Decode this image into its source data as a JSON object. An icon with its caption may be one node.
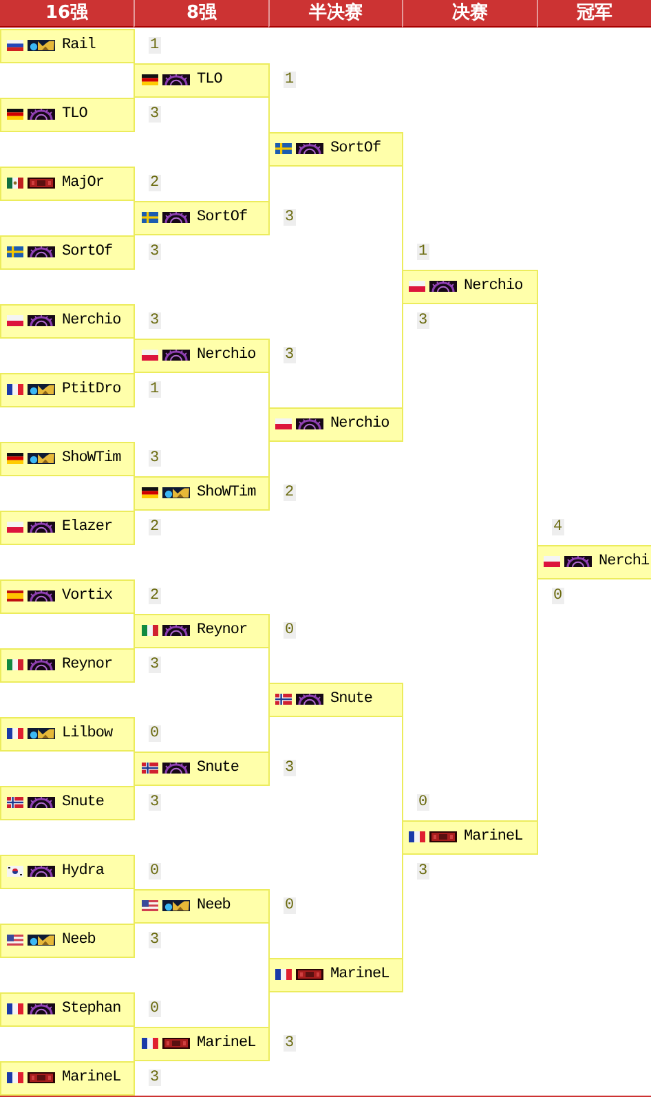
{
  "diagram": {
    "nodes": [
      {
        "text": [
          "Rail"
        ]
      },
      {
        "text": [
          "TLO"
        ]
      },
      {
        "text": [
          "MajOr"
        ]
      },
      {
        "text": [
          "SortOf"
        ]
      },
      {
        "text": [
          "Nerchio"
        ]
      },
      {
        "text": [
          "PtitDro"
        ]
      },
      {
        "text": [
          "ShoWTim"
        ]
      },
      {
        "text": [
          "Elazer"
        ]
      },
      {
        "text": [
          "Vortix"
        ]
      },
      {
        "text": [
          "Reynor"
        ]
      },
      {
        "text": [
          "Lilbow"
        ]
      },
      {
        "text": [
          "Snute"
        ]
      },
      {
        "text": [
          "Hydra"
        ]
      },
      {
        "text": [
          "Neeb"
        ]
      },
      {
        "text": [
          "Stephan"
        ]
      },
      {
        "text": [
          "MarineL"
        ]
      },
      {
        "text": [
          "TLO"
        ]
      },
      {
        "text": [
          "SortOf"
        ]
      },
      {
        "text": [
          "Nerchio"
        ]
      },
      {
        "text": [
          "ShoWTim"
        ]
      },
      {
        "text": [
          "Reynor"
        ]
      },
      {
        "text": [
          "Snute"
        ]
      },
      {
        "text": [
          "Neeb"
        ]
      },
      {
        "text": [
          "MarineL"
        ]
      },
      {
        "text": [
          "SortOf"
        ]
      },
      {
        "text": [
          "Nerchio"
        ]
      },
      {
        "text": [
          "Snute"
        ]
      },
      {
        "text": [
          "MarineL"
        ]
      },
      {
        "text": [
          "Nerchio"
        ]
      },
      {
        "text": [
          "MarineL"
        ]
      },
      {
        "text": [
          "Nerchi"
        ]
      }
    ],
    "edges": [
      {
        "from": 0,
        "to": 16,
        "arrow": "none",
        "label": "1"
      },
      {
        "from": 1,
        "to": 16,
        "arrow": "none",
        "label": "3"
      },
      {
        "from": 2,
        "to": 17,
        "arrow": "none",
        "label": "2"
      },
      {
        "from": 3,
        "to": 17,
        "arrow": "none",
        "label": "3"
      },
      {
        "from": 4,
        "to": 18,
        "arrow": "none",
        "label": "3"
      },
      {
        "from": 5,
        "to": 18,
        "arrow": "none",
        "label": "1"
      },
      {
        "from": 6,
        "to": 19,
        "arrow": "none",
        "label": "3"
      },
      {
        "from": 7,
        "to": 19,
        "arrow": "none",
        "label": "2"
      },
      {
        "from": 8,
        "to": 20,
        "arrow": "none",
        "label": "2"
      },
      {
        "from": 9,
        "to": 20,
        "arrow": "none",
        "label": "3"
      },
      {
        "from": 10,
        "to": 21,
        "arrow": "none",
        "label": "0"
      },
      {
        "from": 11,
        "to": 21,
        "arrow": "none",
        "label": "3"
      },
      {
        "from": 12,
        "to": 22,
        "arrow": "none",
        "label": "0"
      },
      {
        "from": 13,
        "to": 22,
        "arrow": "none",
        "label": "3"
      },
      {
        "from": 14,
        "to": 23,
        "arrow": "none",
        "label": "0"
      },
      {
        "from": 15,
        "to": 23,
        "arrow": "none",
        "label": "3"
      },
      {
        "from": 16,
        "to": 24,
        "arrow": "none",
        "label": "1"
      },
      {
        "from": 17,
        "to": 24,
        "arrow": "none",
        "label": "3"
      },
      {
        "from": 18,
        "to": 25,
        "arrow": "none",
        "label": "3"
      },
      {
        "from": 19,
        "to": 25,
        "arrow": "none",
        "label": "2"
      },
      {
        "from": 20,
        "to": 26,
        "arrow": "none",
        "label": "0"
      },
      {
        "from": 21,
        "to": 26,
        "arrow": "none",
        "label": "3"
      },
      {
        "from": 22,
        "to": 27,
        "arrow": "none",
        "label": "0"
      },
      {
        "from": 23,
        "to": 27,
        "arrow": "none",
        "label": "3"
      },
      {
        "from": 24,
        "to": 28,
        "arrow": "none",
        "label": "1"
      },
      {
        "from": 25,
        "to": 28,
        "arrow": "none",
        "label": "3"
      },
      {
        "from": 26,
        "to": 29,
        "arrow": "none",
        "label": "0"
      },
      {
        "from": 27,
        "to": 29,
        "arrow": "none",
        "label": "3"
      },
      {
        "from": 28,
        "to": 30,
        "arrow": "none",
        "label": "4"
      },
      {
        "from": 29,
        "to": 30,
        "arrow": "none",
        "label": "0"
      }
    ],
    "labels": [
      "16强",
      "8强",
      "半决赛",
      "决赛",
      "冠军"
    ]
  }
}
